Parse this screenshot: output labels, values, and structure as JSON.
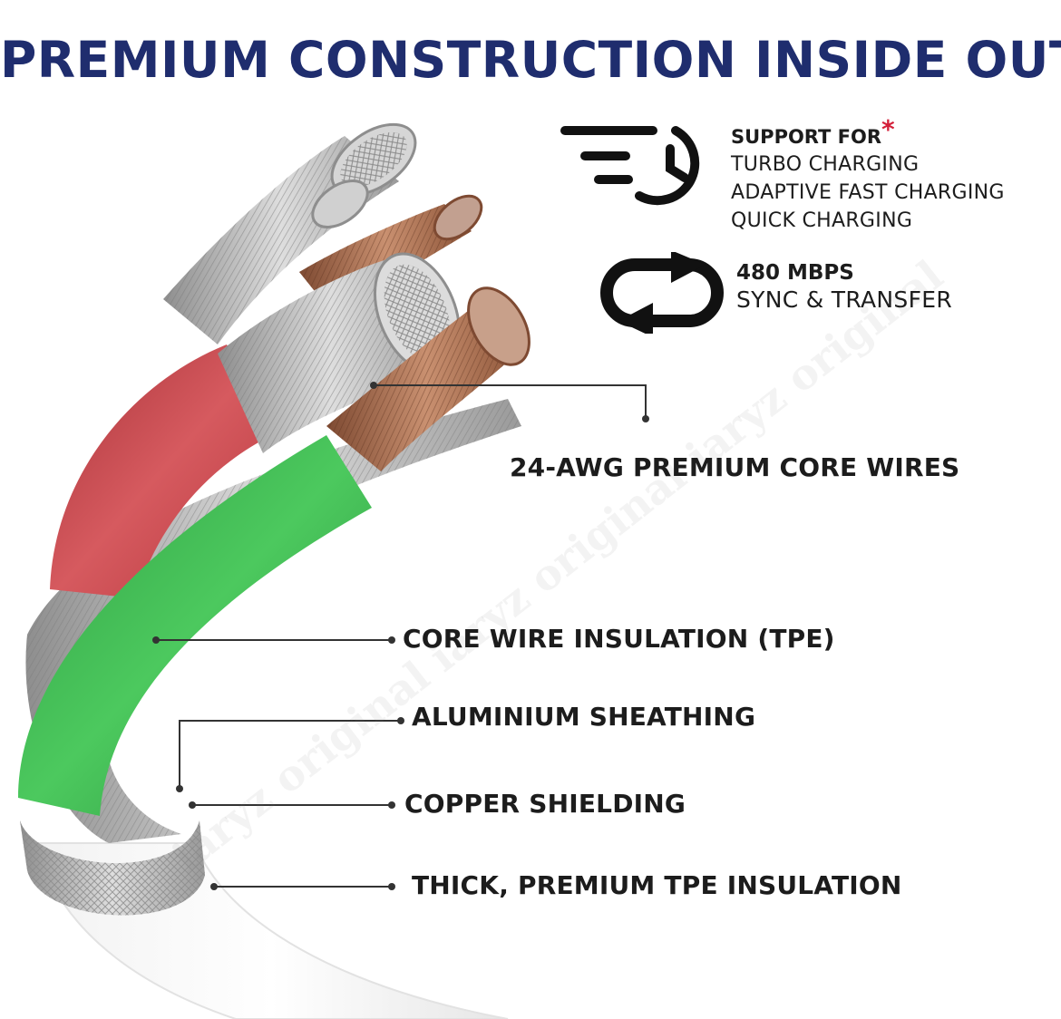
{
  "headline": "PREMIUM CONSTRUCTION INSIDE OUT",
  "features": {
    "charging": {
      "icon": "fast-charging-clock-icon",
      "heading": "SUPPORT FOR",
      "asterisk": "*",
      "lines": [
        "TURBO CHARGING",
        "ADAPTIVE FAST CHARGING",
        "QUICK CHARGING"
      ]
    },
    "sync": {
      "icon": "sync-arrows-icon",
      "heading": "480 MBPS",
      "line": "SYNC & TRANSFER"
    }
  },
  "callouts": [
    "24-AWG PREMIUM CORE WIRES",
    "CORE WIRE INSULATION (TPE)",
    "ALUMINIUM SHEATHING",
    "COPPER SHIELDING",
    "THICK, PREMIUM TPE INSULATION"
  ],
  "watermark": "iaryz original iaryz original iaryz original",
  "colors": {
    "headline": "#1f2d6e",
    "red_insulation": "#c9444b",
    "green_insulation": "#35b34c",
    "copper": "#a66a4a",
    "silver": "#b8b8b8",
    "asterisk": "#d4203a"
  }
}
